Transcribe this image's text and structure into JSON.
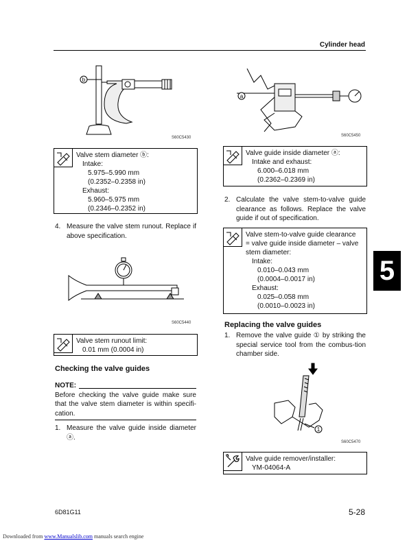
{
  "header": {
    "title": "Cylinder head"
  },
  "figures": {
    "fig1_code": "S60C5430",
    "fig2_code": "S60C5450",
    "fig3_code": "S60C5440",
    "fig4_code": "S60C5470",
    "label_b": "b",
    "label_a": "a",
    "label_1": "1"
  },
  "left": {
    "spec1": {
      "lines": [
        "Valve stem diameter ⓑ:",
        "Intake:",
        "5.975–5.990 mm",
        "(0.2352–0.2358 in)",
        "Exhaust:",
        "5.960–5.975 mm",
        "(0.2346–0.2352 in)"
      ]
    },
    "step4": {
      "num": "4.",
      "text": "Measure the valve stem runout. Replace if above specification."
    },
    "spec2": {
      "lines": [
        "Valve stem runout limit:",
        "0.01 mm (0.0004 in)"
      ]
    },
    "heading_check": "Checking the valve guides",
    "note": {
      "label": "NOTE:",
      "text": "Before checking the valve guide make sure that the valve stem diameter is within specifi-cation."
    },
    "step1": {
      "num": "1.",
      "text": "Measure the valve guide inside diameter ⓐ."
    }
  },
  "right": {
    "spec3": {
      "lines": [
        "Valve guide inside diameter ⓐ:",
        "Intake and exhaust:",
        "6.000–6.018 mm",
        "(0.2362–0.2369 in)"
      ]
    },
    "step2": {
      "num": "2.",
      "text": "Calculate the valve stem-to-valve guide clearance as follows. Replace the valve guide if out of specification."
    },
    "spec4": {
      "lines": [
        "Valve stem-to-valve guide clearance",
        "= valve guide inside diameter – valve",
        "stem diameter:",
        "Intake:",
        "0.010–0.043 mm",
        "(0.0004–0.0017 in)",
        "Exhaust:",
        "0.025–0.058 mm",
        "(0.0010–0.0023 in)"
      ]
    },
    "heading_replace": "Replacing the valve guides",
    "step_r1": {
      "num": "1.",
      "text": "Remove the valve guide ① by striking the special service tool from the combus-tion chamber side."
    },
    "tool": {
      "lines": [
        "Valve guide remover/installer:",
        "YM-04064-A"
      ]
    }
  },
  "tab": "5",
  "footer": {
    "code": "6D81G11",
    "page": "5-28",
    "download_prefix": "Downloaded from",
    "download_link": "www.Manualslib.com",
    "download_suffix": "manuals search engine"
  }
}
